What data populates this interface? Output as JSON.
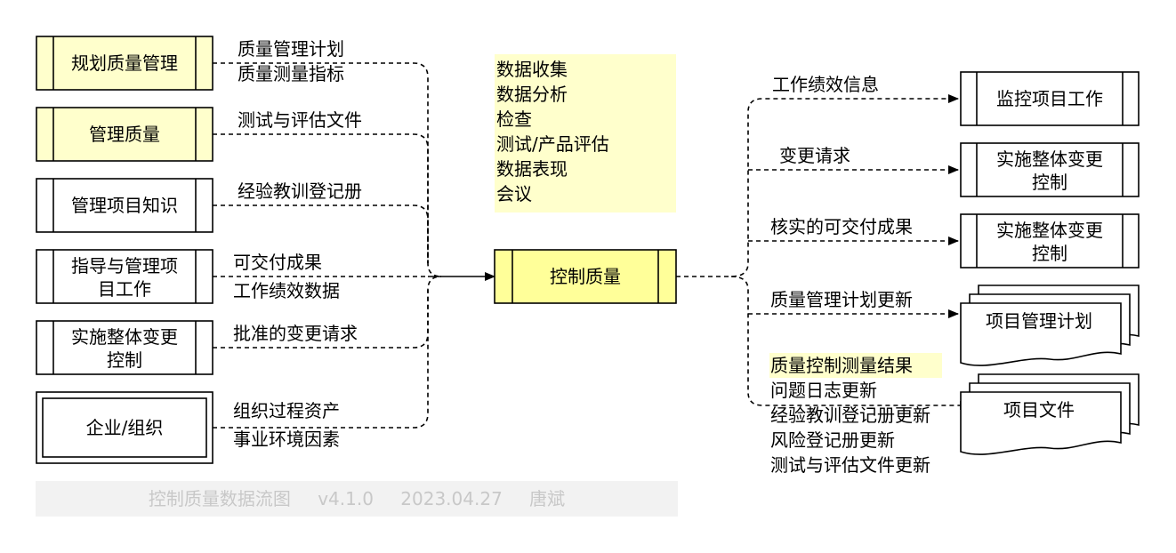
{
  "inputs": [
    {
      "name": "规划质量管理",
      "flows": [
        "质量管理计划",
        "质量测量指标"
      ]
    },
    {
      "name": "管理质量",
      "flows": [
        "测试与评估文件"
      ]
    },
    {
      "name": "管理项目知识",
      "flows": [
        "经验教训登记册"
      ]
    },
    {
      "name_lines": [
        "指导与管理项",
        "目工作"
      ],
      "flows": [
        "可交付成果",
        "工作绩效数据"
      ]
    },
    {
      "name_lines": [
        "实施整体变更",
        "控制"
      ],
      "flows": [
        "批准的变更请求"
      ]
    },
    {
      "name": "企业/组织",
      "flows": [
        "组织过程资产",
        "事业环境因素"
      ]
    }
  ],
  "tools": [
    "数据收集",
    "数据分析",
    "检查",
    "测试/产品评估",
    "数据表现",
    "会议"
  ],
  "center": "控制质量",
  "outputs": [
    {
      "flow": "工作绩效信息",
      "target": "监控项目工作"
    },
    {
      "flow": "变更请求",
      "target_lines": [
        "实施整体变更",
        "控制"
      ]
    },
    {
      "flow": "核实的可交付成果",
      "target_lines": [
        "实施整体变更",
        "控制"
      ]
    },
    {
      "flow": "质量管理计划更新",
      "target": "项目管理计划"
    },
    {
      "flows": [
        "质量控制测量结果",
        "问题日志更新",
        "经验教训登记册更新",
        "风险登记册更新",
        "测试与评估文件更新"
      ],
      "target": "项目文件"
    }
  ],
  "footer": {
    "title": "控制质量数据流图",
    "version": "v4.1.0",
    "date": "2023.04.27",
    "author": "唐斌"
  },
  "colors": {
    "process_fill": "#ffffcc",
    "center_fill": "#ffff99",
    "tools_bg": "#ffffcc",
    "highlight": "#ffffcc"
  }
}
